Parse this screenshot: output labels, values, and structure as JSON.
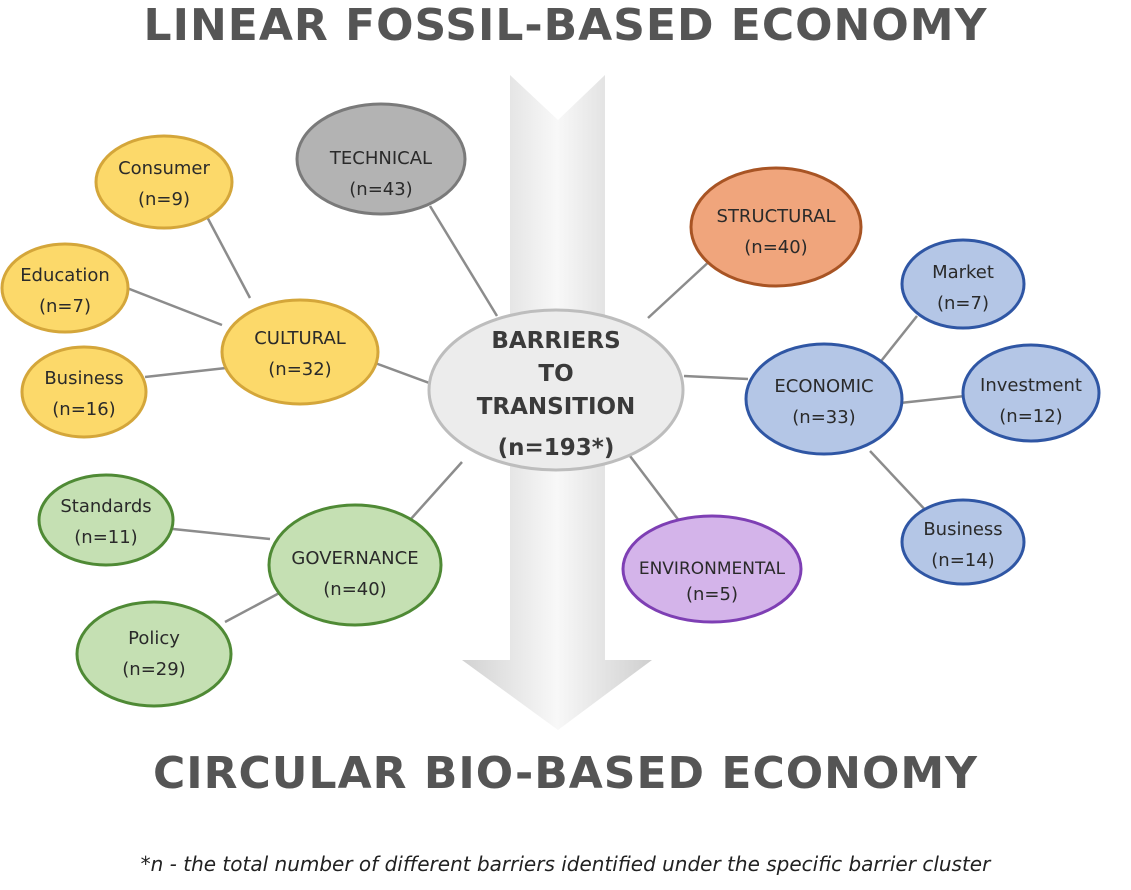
{
  "title_top": "LINEAR FOSSIL-BASED ECONOMY",
  "title_bottom": "CIRCULAR BIO-BASED ECONOMY",
  "footnote": "*n - the total number of different barriers identified under the specific barrier cluster",
  "center": {
    "lines": [
      "BARRIERS",
      "TO",
      "TRANSITION"
    ],
    "count": "(n=193*)"
  },
  "colors": {
    "yellow_fill": "#fcd96a",
    "yellow_stroke": "#d4a63a",
    "gray_fill": "#b3b3b3",
    "gray_stroke": "#7a7a7a",
    "orange_fill": "#f0a57c",
    "orange_stroke": "#a85424",
    "blue_fill": "#b4c6e6",
    "blue_stroke": "#2f56a4",
    "green_fill": "#c5e0b3",
    "green_stroke": "#4f8a35",
    "purple_fill": "#d4b4ea",
    "purple_stroke": "#7e3fb4",
    "center_fill": "#ececec",
    "center_stroke": "#bdbdbd"
  },
  "clusters": {
    "technical": {
      "label": "TECHNICAL",
      "count": "(n=43)"
    },
    "structural": {
      "label": "STRUCTURAL",
      "count": "(n=40)"
    },
    "cultural": {
      "label": "CULTURAL",
      "count": "(n=32)"
    },
    "economic": {
      "label": "ECONOMIC",
      "count": "(n=33)"
    },
    "governance": {
      "label": "GOVERNANCE",
      "count": "(n=40)"
    },
    "environmental": {
      "label": "ENVIRONMENTAL",
      "count": "(n=5)"
    }
  },
  "subclusters": {
    "consumer": {
      "label": "Consumer",
      "count": "(n=9)"
    },
    "education": {
      "label": "Education",
      "count": "(n=7)"
    },
    "business_cultural": {
      "label": "Business",
      "count": "(n=16)"
    },
    "market": {
      "label": "Market",
      "count": "(n=7)"
    },
    "investment": {
      "label": "Investment",
      "count": "(n=12)"
    },
    "business_economic": {
      "label": "Business",
      "count": "(n=14)"
    },
    "standards": {
      "label": "Standards",
      "count": "(n=11)"
    },
    "policy": {
      "label": "Policy",
      "count": "(n=29)"
    }
  }
}
